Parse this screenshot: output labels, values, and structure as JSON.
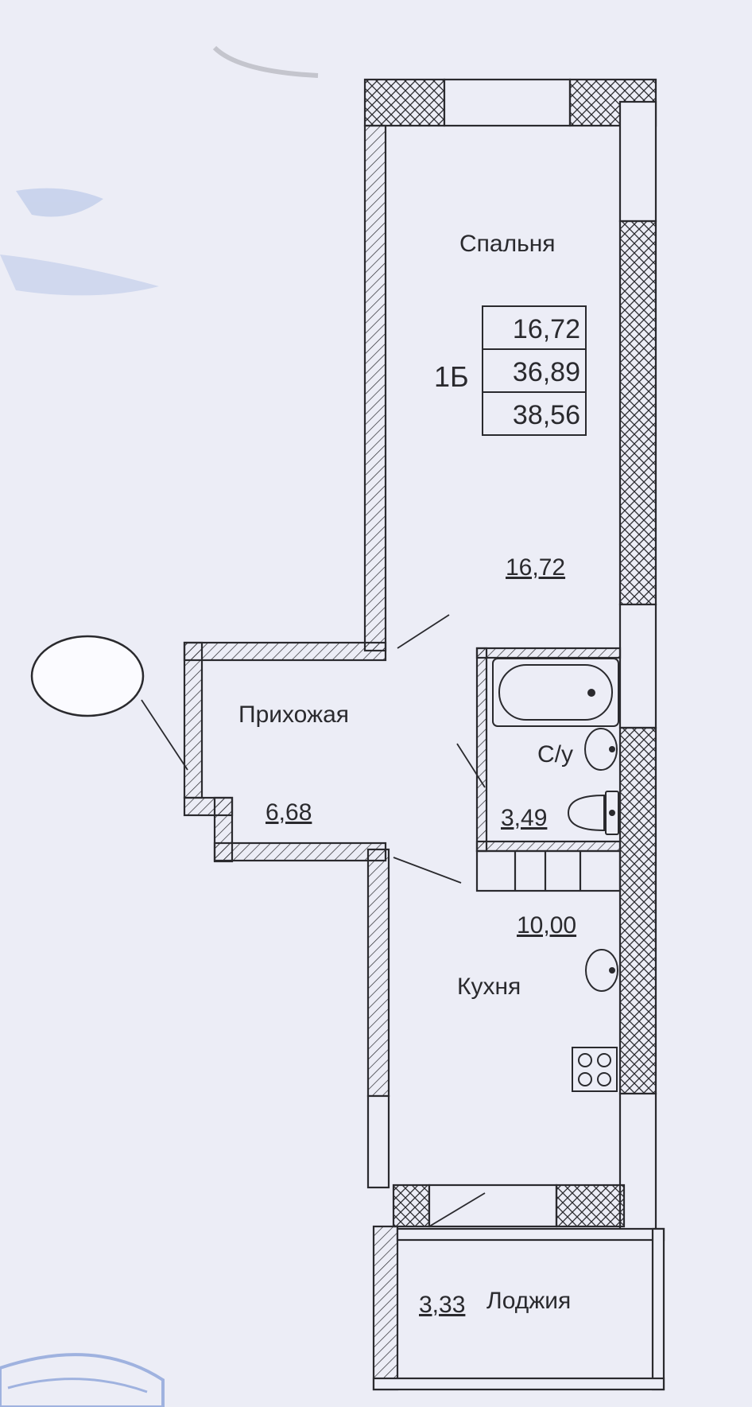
{
  "apartment": {
    "code": "1Б",
    "summary_areas": [
      "16,72",
      "36,89",
      "38,56"
    ]
  },
  "rooms": {
    "bedroom": {
      "label": "Спальня",
      "area": "16,72"
    },
    "hallway": {
      "label": "Прихожая",
      "area": "6,68"
    },
    "bathroom": {
      "label": "С/у",
      "area": "3,49"
    },
    "kitchen": {
      "label": "Кухня",
      "area": "10,00"
    },
    "loggia": {
      "label": "Лоджия",
      "area": "3,33"
    }
  },
  "colors": {
    "paper": "#ecedf6",
    "ink": "#2a2a2e",
    "stamp": "#7f9ad6"
  }
}
